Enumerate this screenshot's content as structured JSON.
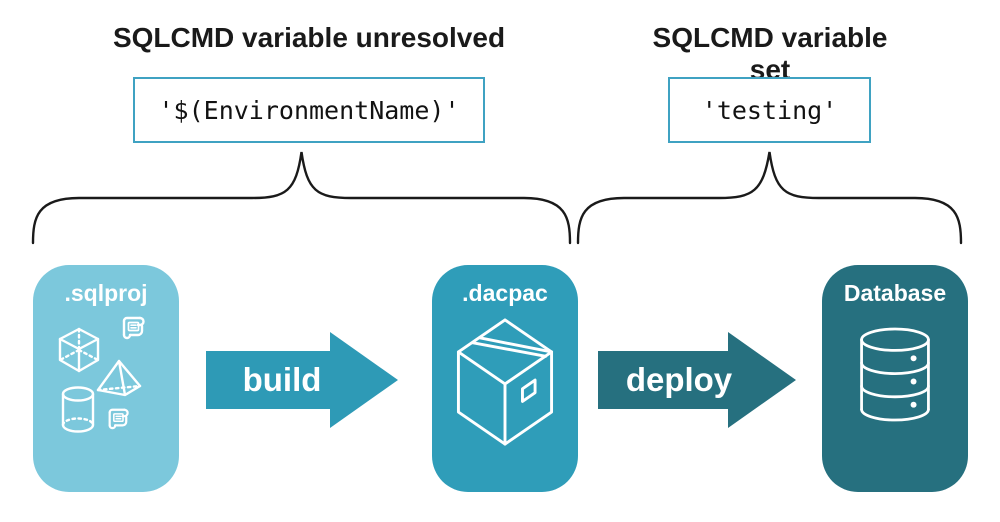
{
  "diagram": {
    "left_group": {
      "heading": "SQLCMD variable unresolved",
      "value": "'$(EnvironmentName)'"
    },
    "right_group": {
      "heading": "SQLCMD variable set",
      "value": "'testing'"
    },
    "nodes": [
      {
        "id": "sqlproj",
        "label": ".sqlproj",
        "icon": "sql-objects-icon",
        "color": "#7cc8dc"
      },
      {
        "id": "dacpac",
        "label": ".dacpac",
        "icon": "package-box-icon",
        "color": "#2f9db9"
      },
      {
        "id": "database",
        "label": "Database",
        "icon": "database-cylinder-icon",
        "color": "#26707f"
      }
    ],
    "arrows": [
      {
        "label": "build",
        "color": "#2e9ab6"
      },
      {
        "label": "deploy",
        "color": "#26707f"
      }
    ],
    "accents": {
      "code_box_border": "#3fa2c2",
      "brace_color": "#1a1a1a"
    }
  }
}
